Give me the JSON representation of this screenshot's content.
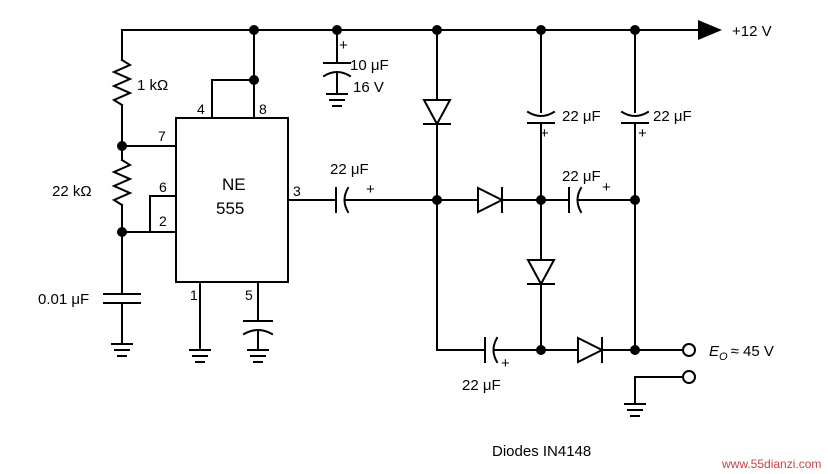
{
  "ic": {
    "name_line1": "NE",
    "name_line2": "555",
    "pins": {
      "p4": "4",
      "p8": "8",
      "p7": "7",
      "p6": "6",
      "p2": "2",
      "p3": "3",
      "p1": "1",
      "p5": "5"
    }
  },
  "labels": {
    "vcc": "+12 V",
    "c_supply_value": "10 μF",
    "c_supply_voltage": "16 V",
    "r1": "1 kΩ",
    "r2": "22 kΩ",
    "c_timing": "0.01 μF",
    "c_out3": "22 μF",
    "c_upper_a": "22 μF",
    "c_upper_b": "22 μF",
    "c_mid": "22 μF",
    "c_bottom": "22 μF",
    "output": "E",
    "output_sub": "O",
    "output_value": "≈ 45 V",
    "diodes": "Diodes IN4148",
    "plus": "+"
  },
  "watermark": "www.55dianzi.com"
}
